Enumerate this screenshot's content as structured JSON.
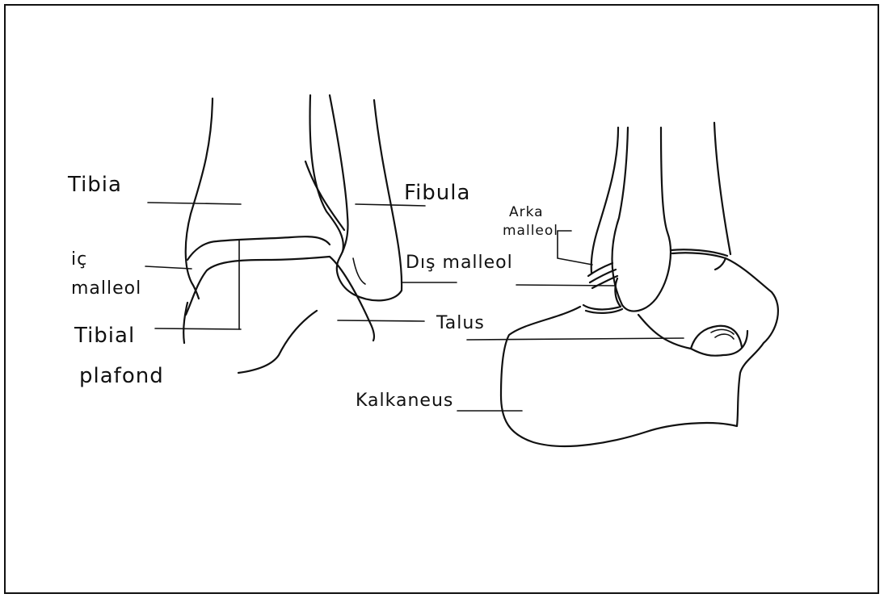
{
  "diagram": {
    "labels": {
      "tibia": "Tibia",
      "fibula": "Fibula",
      "ic": "iç",
      "ic_malleol": "malleol",
      "tibial": "Tibial",
      "plafond": "plafond",
      "dis_malleol": "Dış malleol",
      "talus": "Talus",
      "arka": "Arka",
      "arka_malleol": "malleol",
      "kalkaneus": "Kalkaneus"
    }
  }
}
